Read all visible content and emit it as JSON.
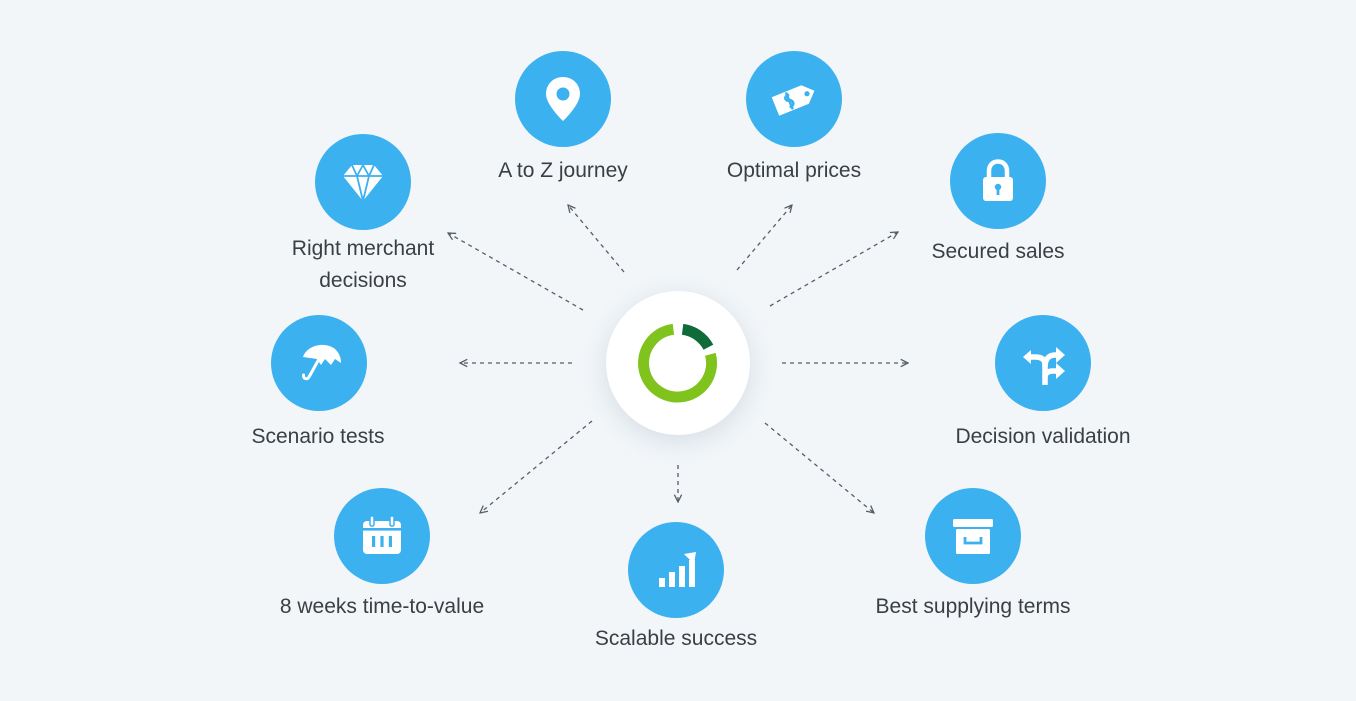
{
  "colors": {
    "background": "#f2f6f9",
    "node": "#3cb1f0",
    "icon": "#ffffff",
    "text": "#3a3f44",
    "connector": "#555d66",
    "hub_fill": "#ffffff",
    "logo_light_green": "#7fc31c",
    "logo_dark_green": "#0f6b3a"
  },
  "hub": {
    "icon": "green-ring-logo-icon"
  },
  "nodes": [
    {
      "id": "journey",
      "icon": "map-pin-icon",
      "lines": [
        "A to Z journey"
      ]
    },
    {
      "id": "prices",
      "icon": "price-tag-icon",
      "lines": [
        "Optimal prices"
      ]
    },
    {
      "id": "secured",
      "icon": "lock-icon",
      "lines": [
        "Secured sales"
      ]
    },
    {
      "id": "decision",
      "icon": "split-arrows-icon",
      "lines": [
        "Decision validation"
      ]
    },
    {
      "id": "supplying",
      "icon": "archive-box-icon",
      "lines": [
        "Best supplying terms"
      ]
    },
    {
      "id": "scalable",
      "icon": "bar-chart-icon",
      "lines": [
        "Scalable success"
      ]
    },
    {
      "id": "weeks",
      "icon": "calendar-icon",
      "lines": [
        "8 weeks time-to-value"
      ]
    },
    {
      "id": "scenario",
      "icon": "umbrella-icon",
      "lines": [
        "Scenario tests"
      ]
    },
    {
      "id": "merchant",
      "icon": "diamond-icon",
      "lines": [
        "Right merchant",
        "decisions"
      ]
    }
  ]
}
